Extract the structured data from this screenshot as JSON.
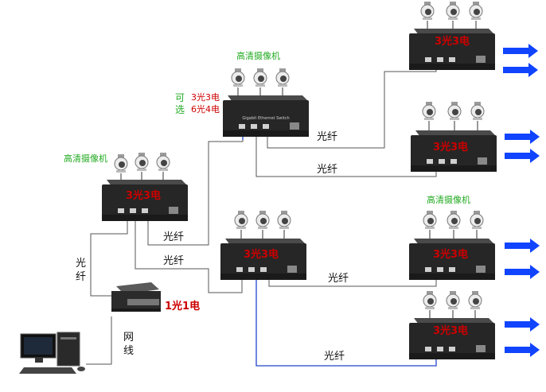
{
  "labels": {
    "camera": "高清摄像机",
    "fiber": "光纤",
    "fiber_vertical": [
      "光",
      "纤"
    ],
    "network_cable": [
      "网",
      "线"
    ],
    "option_ke": "可",
    "option_xuan": "选",
    "option_1": "3光3电",
    "option_2": "6光4电",
    "switch_3g3e": "3光3电",
    "converter": "1光1电",
    "switch_face_text": "Gigabit Ethernet Switch"
  },
  "colors": {
    "green_label": "#22aa22",
    "red_label": "#cc0000",
    "arrow_blue": "#1144ff",
    "fiber_line_blue": "#2244cc",
    "device_body": "#2a2a2a"
  }
}
